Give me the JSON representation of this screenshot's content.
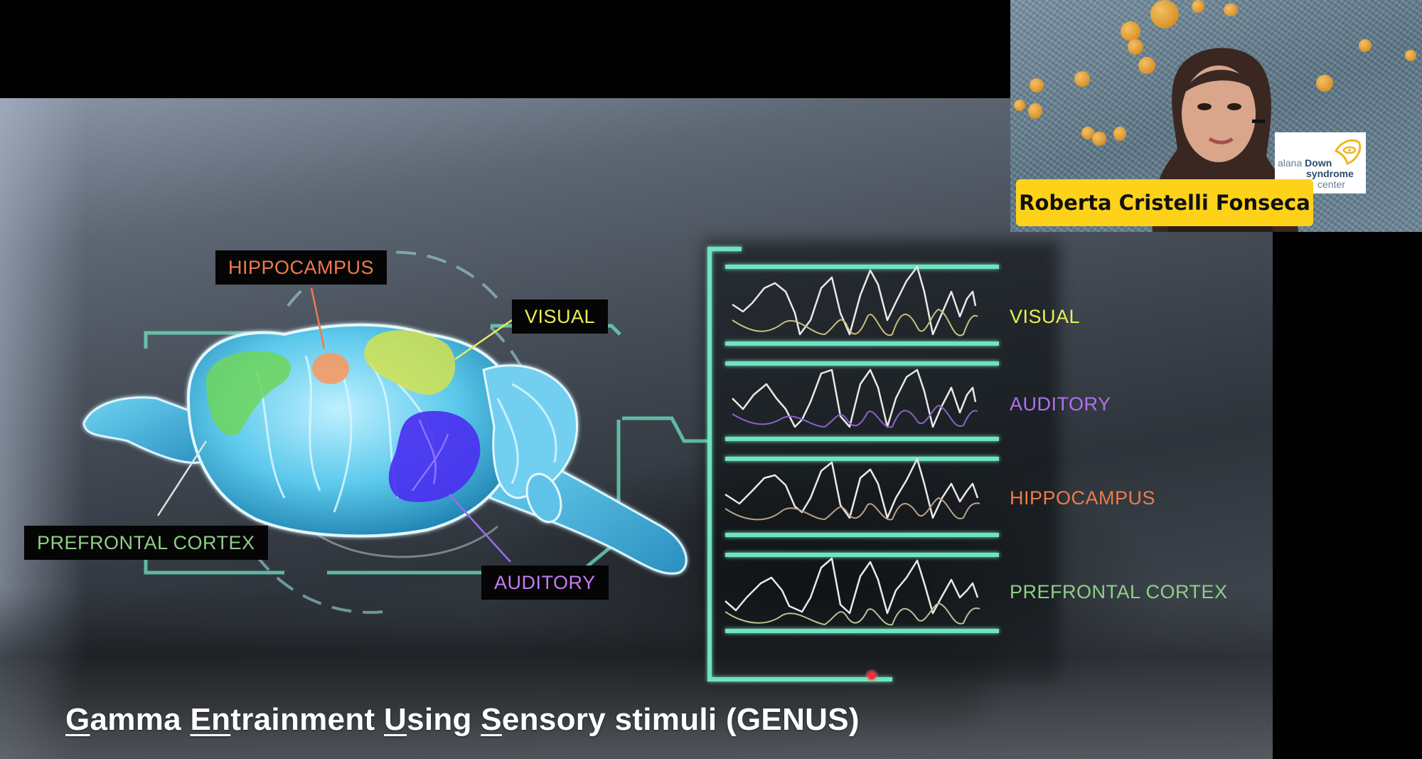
{
  "slide": {
    "caption": {
      "parts": [
        {
          "underlined": "G",
          "rest": "amma "
        },
        {
          "underlined": "En",
          "rest": "trainment "
        },
        {
          "underlined": "U",
          "rest": "sing "
        },
        {
          "underlined": "S",
          "rest": "ensory stimuli (GENUS)"
        }
      ],
      "full_text": "Gamma Entrainment Using Sensory stimuli (GENUS)"
    },
    "brain_labels": {
      "hippocampus": {
        "text": "HIPPOCAMPUS",
        "color": "#f07a4a"
      },
      "visual": {
        "text": "VISUAL",
        "color": "#e8ef58"
      },
      "prefrontal": {
        "text": "PREFRONTAL CORTEX",
        "color": "#8fcf86"
      },
      "auditory": {
        "text": "AUDITORY",
        "color": "#c77bf2"
      }
    },
    "wave_labels": [
      {
        "text": "VISUAL",
        "color": "#e8ef58"
      },
      {
        "text": "AUDITORY",
        "color": "#b46ef0"
      },
      {
        "text": "HIPPOCAMPUS",
        "color": "#f07a4a"
      },
      {
        "text": "PREFRONTAL CORTEX",
        "color": "#8fcf86"
      }
    ],
    "accent_color": "#6fe3c0",
    "region_colors": {
      "prefrontal": "#6fd65a",
      "hippocampus": "#f59a63",
      "visual": "#d9e446",
      "auditory": "#4a2ef0",
      "brain": "#59c8e8"
    }
  },
  "speaker": {
    "name": "Roberta Cristelli Fonseca",
    "logo": {
      "line1_light": "alana",
      "line1_bold": "Down",
      "line2": "syndrome",
      "line3": "center"
    }
  },
  "pointer": {
    "icon": "laser-pointer-icon"
  }
}
